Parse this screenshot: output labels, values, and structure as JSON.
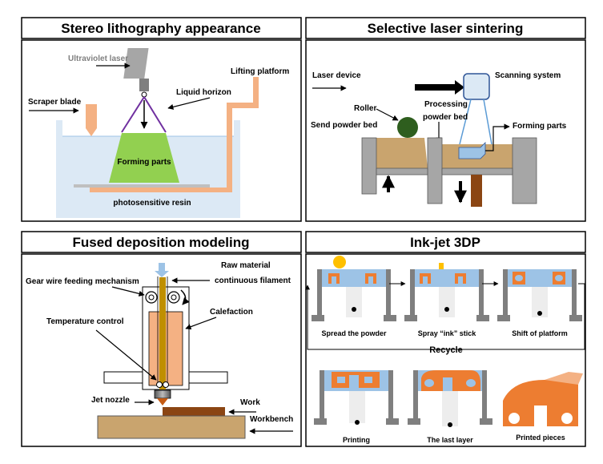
{
  "panels": {
    "sla": {
      "title": "Stereo lithography appearance",
      "labels": {
        "uv_laser": "Ultraviolet laser",
        "lifting_platform": "Lifting platform",
        "liquid_horizon": "Liquid horizon",
        "scraper_blade": "Scraper blade",
        "forming_parts": "Forming parts",
        "resin": "photosensitive resin"
      }
    },
    "sls": {
      "title": "Selective laser sintering",
      "labels": {
        "laser_device": "Laser device",
        "scanning_system": "Scanning system",
        "roller": "Roller",
        "processing_powder_bed_1": "Processing",
        "processing_powder_bed_2": "powder bed",
        "send_powder_bed": "Send powder bed",
        "forming_parts": "Forming parts"
      }
    },
    "fdm": {
      "title": "Fused deposition modeling",
      "labels": {
        "raw_material_1": "Raw material",
        "raw_material_2": "continuous filament",
        "gear_mechanism": "Gear wire feeding mechanism",
        "calefaction": "Calefaction",
        "temperature_control": "Temperature control",
        "jet_nozzle": "Jet nozzle",
        "work": "Work",
        "workbench": "Workbench"
      }
    },
    "inkjet": {
      "title": "Ink-jet 3DP",
      "labels": {
        "spread_powder": "Spread the powder",
        "spray_ink": "Spray “ink” stick",
        "shift_platform": "Shift of platform",
        "recycle": "Recycle",
        "printing": "Printing",
        "last_layer": "The last layer",
        "printed_pieces": "Printed pieces"
      }
    }
  },
  "colors": {
    "resin": "#dce9f5",
    "forming": "#92d050",
    "pipe": "#f4b183",
    "powder": "#c9a46e",
    "roller": "#2e5e1e",
    "heater": "#f4b183",
    "filament": "#bf8f00",
    "workpiece": "#8b4513",
    "bench": "#c9a46e",
    "orange": "#ed7d31",
    "blue": "#9dc3e6",
    "gray": "#a6a6a6",
    "yellow": "#ffc000"
  }
}
